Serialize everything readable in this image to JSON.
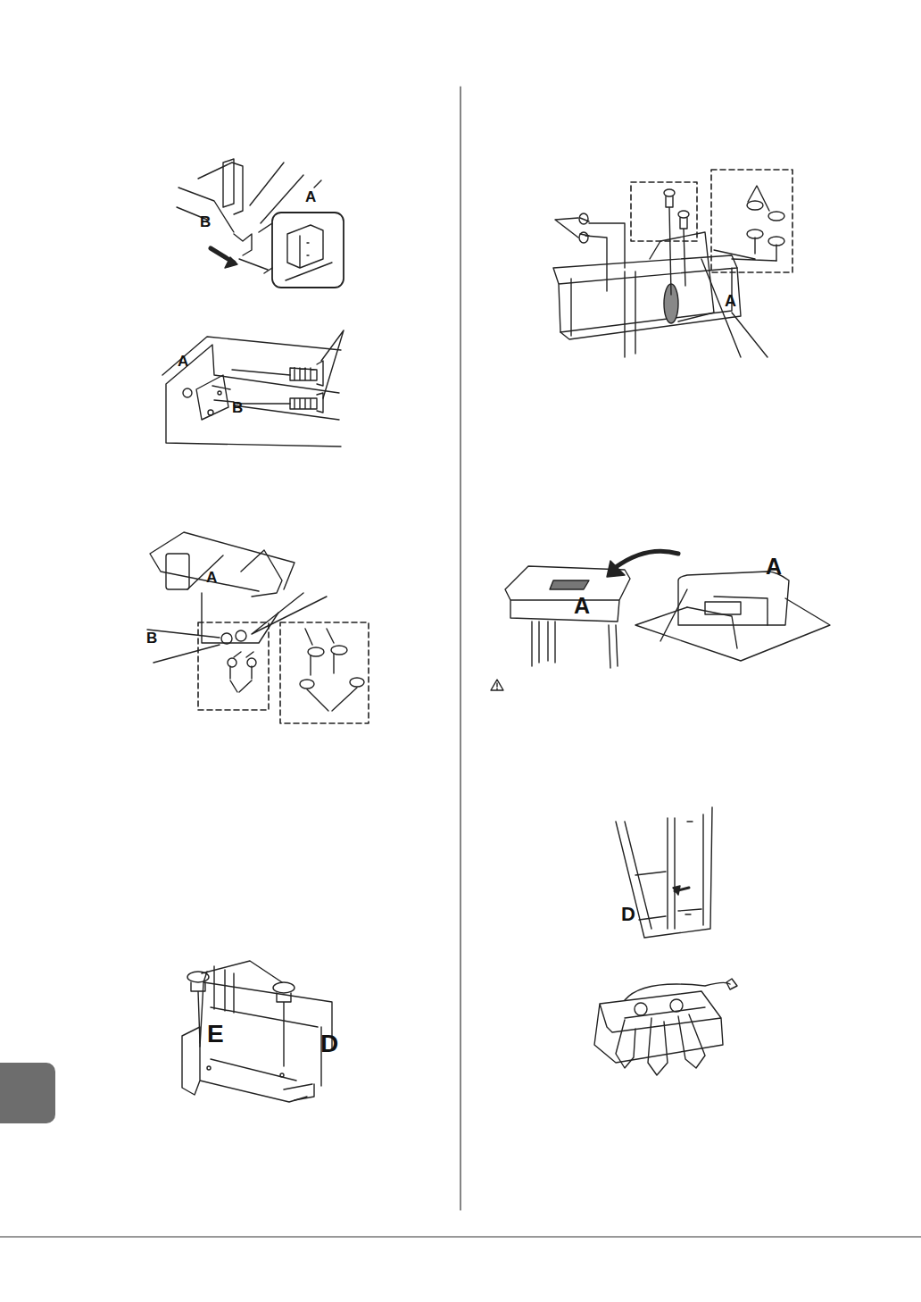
{
  "diagram": {
    "labels": [
      "A",
      "B",
      "A",
      "B",
      "A",
      "B",
      "E",
      "D",
      "A",
      "A",
      "A",
      "D"
    ]
  }
}
